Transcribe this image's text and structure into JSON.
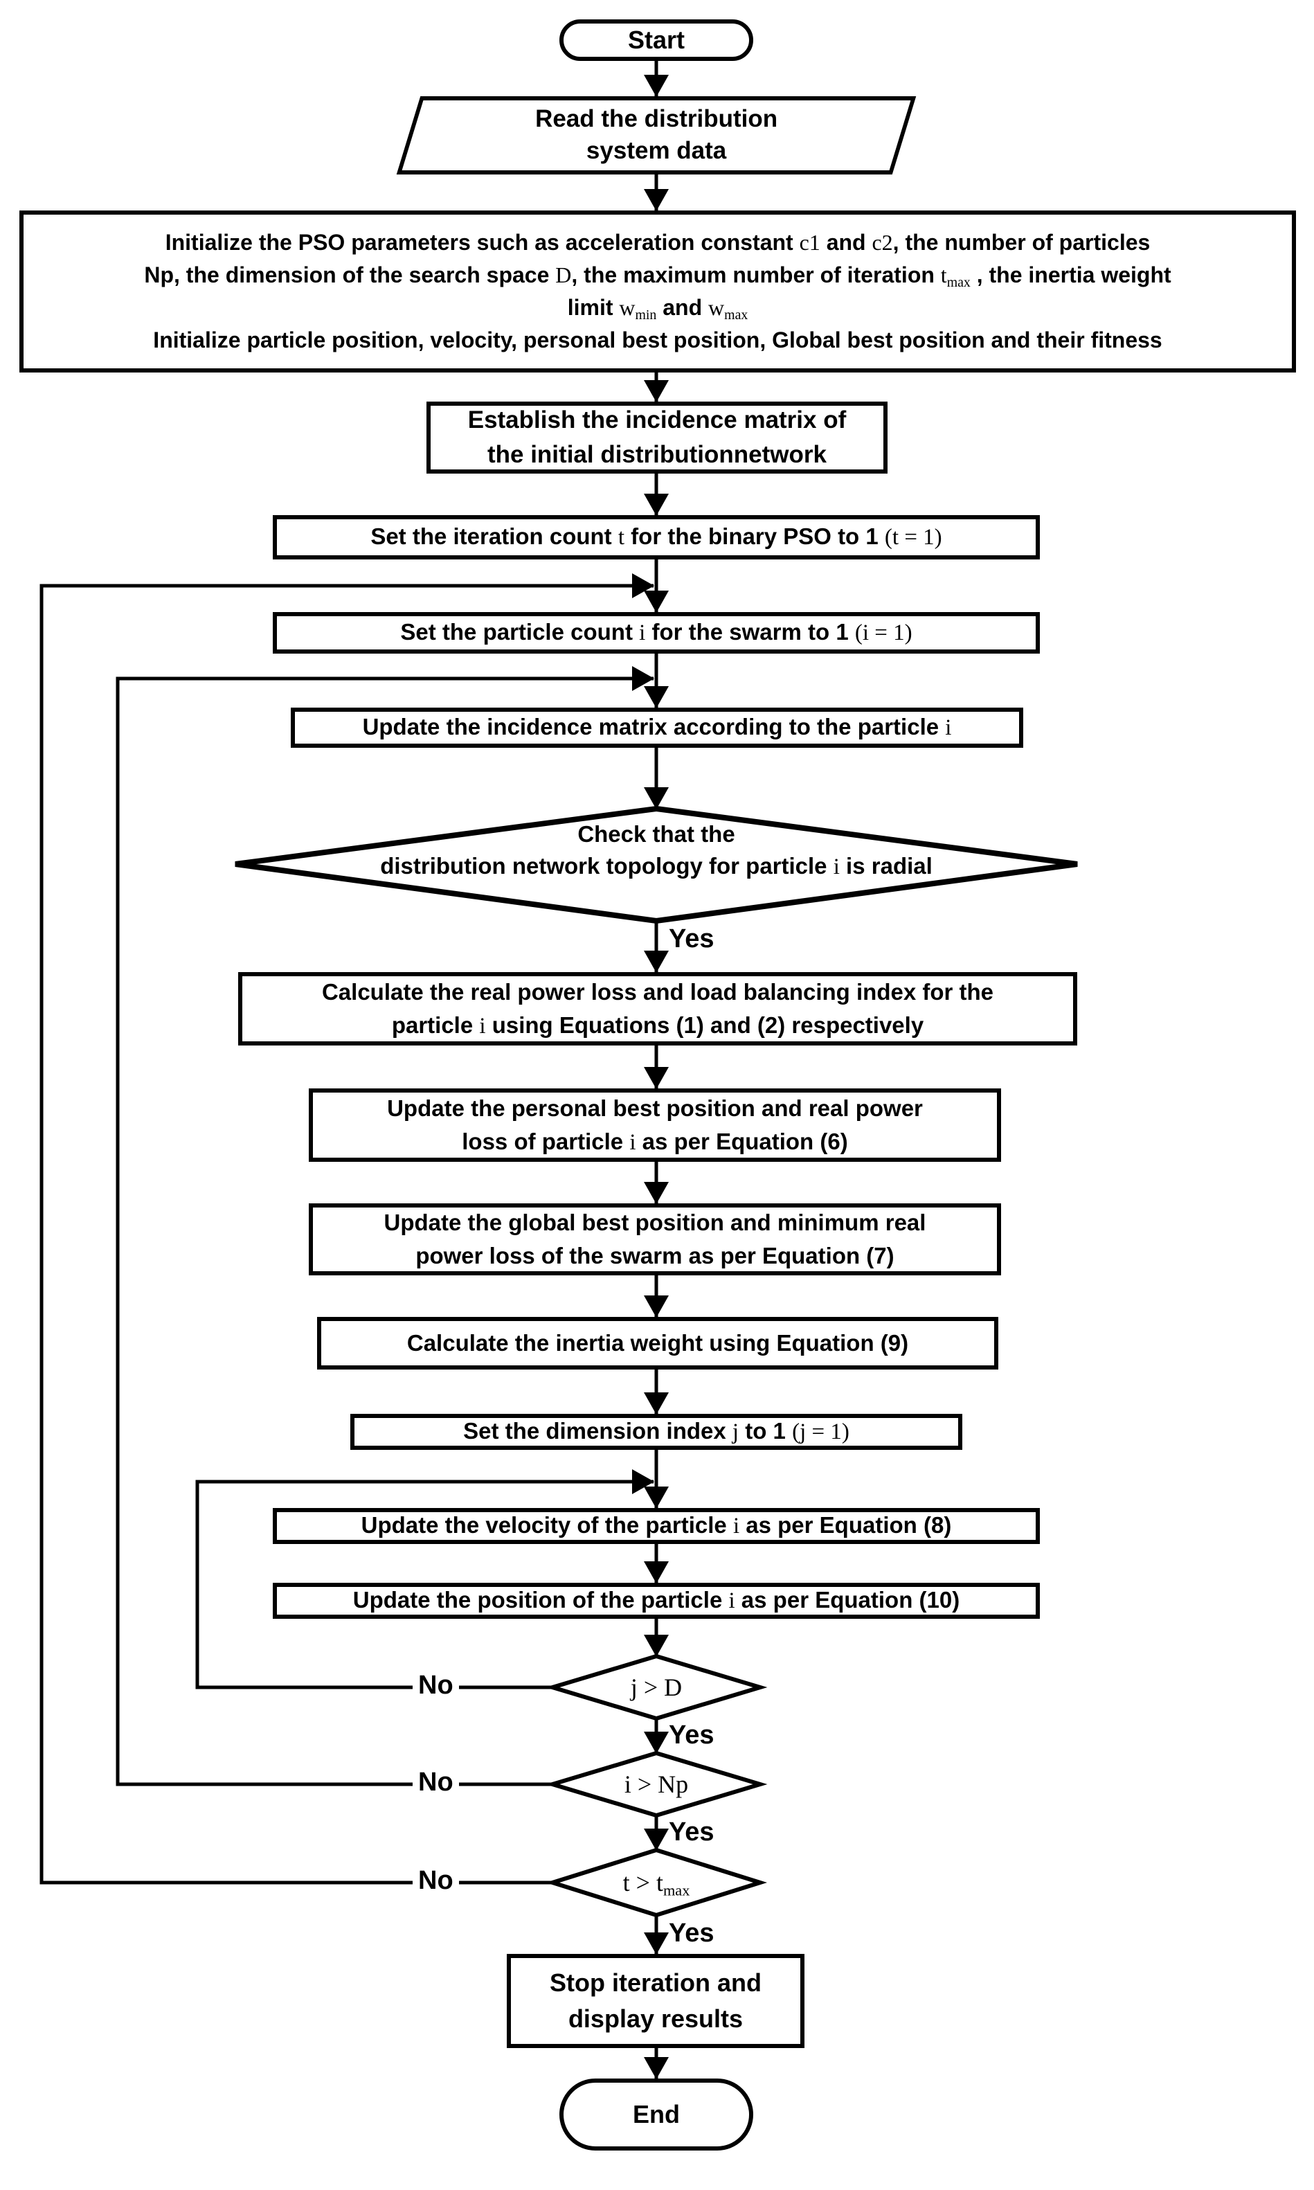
{
  "diagram": {
    "type": "flowchart",
    "topic": "Binary PSO procedure for distribution network reconfiguration",
    "colors": {
      "line": "#000000",
      "fill": "#ffffff",
      "text": "#000000"
    },
    "labels": {
      "yes": "Yes",
      "no": "No"
    },
    "nodes": {
      "start": {
        "type": "terminator",
        "label": "Start"
      },
      "read_data": {
        "type": "input",
        "segments": [
          {
            "t": "Read the distribution"
          },
          {
            "br": true
          },
          {
            "t": "system data"
          }
        ]
      },
      "initialize": {
        "type": "process",
        "segments": [
          {
            "t": "Initialize the PSO parameters such as acceleration constant "
          },
          {
            "t": "c1",
            "math": true
          },
          {
            "t": " and "
          },
          {
            "t": "c2",
            "math": true
          },
          {
            "t": ", the number of particles"
          },
          {
            "br": true
          },
          {
            "t": "Np, the dimension of the search space "
          },
          {
            "t": "D",
            "math": true
          },
          {
            "t": ", the maximum number of iteration "
          },
          {
            "t": "t",
            "math": true
          },
          {
            "t": "max",
            "math": true,
            "sub": true
          },
          {
            "t": " , the inertia weight"
          },
          {
            "br": true
          },
          {
            "t": "limit "
          },
          {
            "t": "w",
            "math": true
          },
          {
            "t": "min",
            "math": true,
            "sub": true
          },
          {
            "t": " and "
          },
          {
            "t": "w",
            "math": true
          },
          {
            "t": "max",
            "math": true,
            "sub": true
          },
          {
            "br": true
          },
          {
            "t": "Initialize particle position, velocity, personal best position, Global best position and their fitness"
          }
        ]
      },
      "establish": {
        "type": "process",
        "segments": [
          {
            "t": "Establish the incidence matrix  of"
          },
          {
            "br": true
          },
          {
            "t": "the initial distributionnetwork"
          }
        ]
      },
      "set_iteration": {
        "type": "process",
        "segments": [
          {
            "t": "Set the iteration count "
          },
          {
            "t": "t",
            "math": true
          },
          {
            "t": " for the binary PSO to 1 "
          },
          {
            "t": "(t = 1)",
            "math": true
          }
        ]
      },
      "set_particle": {
        "type": "process",
        "segments": [
          {
            "t": "Set the particle count "
          },
          {
            "t": "i",
            "math": true
          },
          {
            "t": " for the swarm to 1 "
          },
          {
            "t": "(i = 1)",
            "math": true
          }
        ]
      },
      "update_incidence": {
        "type": "process",
        "segments": [
          {
            "t": "Update the incidence matrix according to the particle "
          },
          {
            "t": "i",
            "math": true
          }
        ]
      },
      "radial_check": {
        "type": "decision",
        "segments": [
          {
            "t": "Check that the"
          },
          {
            "br": true
          },
          {
            "t": "distribution network topology for particle "
          },
          {
            "t": "i",
            "math": true
          },
          {
            "t": " is radial"
          }
        ]
      },
      "calc_loss": {
        "type": "process",
        "segments": [
          {
            "t": "Calculate the real power loss and load balancing index for the"
          },
          {
            "br": true
          },
          {
            "t": "particle "
          },
          {
            "t": "i",
            "math": true
          },
          {
            "t": "  using Equations (1) and (2) respectively"
          }
        ]
      },
      "personal_best": {
        "type": "process",
        "segments": [
          {
            "t": "Update the personal best position and real power"
          },
          {
            "br": true
          },
          {
            "t": "loss of particle "
          },
          {
            "t": "i",
            "math": true
          },
          {
            "t": " as per Equation (6)"
          }
        ]
      },
      "global_best": {
        "type": "process",
        "segments": [
          {
            "t": "Update the global best position and minimum real"
          },
          {
            "br": true
          },
          {
            "t": "power loss of the swarm as per Equation (7)"
          }
        ]
      },
      "inertia": {
        "type": "process",
        "label": "Calculate the inertia weight using Equation (9)"
      },
      "dimension_index": {
        "type": "process",
        "segments": [
          {
            "t": "Set the dimension index "
          },
          {
            "t": "j",
            "math": true
          },
          {
            "t": " to 1 "
          },
          {
            "t": "(j = 1)",
            "math": true
          }
        ]
      },
      "velocity": {
        "type": "process",
        "segments": [
          {
            "t": "Update the velocity of the particle "
          },
          {
            "t": "i",
            "math": true
          },
          {
            "t": "  as per Equation (8)"
          }
        ]
      },
      "position": {
        "type": "process",
        "segments": [
          {
            "t": "Update the position of the particle "
          },
          {
            "t": "i",
            "math": true
          },
          {
            "t": "  as per Equation (10)"
          }
        ]
      },
      "check_dimension": {
        "type": "decision",
        "segments": [
          {
            "t": "j",
            "math": true
          },
          {
            "t": " > ",
            "math": true
          },
          {
            "t": "D",
            "math": true
          }
        ]
      },
      "check_particle": {
        "type": "decision",
        "segments": [
          {
            "t": "i",
            "math": true
          },
          {
            "t": " > ",
            "math": true
          },
          {
            "t": "Np",
            "math": true
          }
        ]
      },
      "check_iteration": {
        "type": "decision",
        "segments": [
          {
            "t": "t",
            "math": true
          },
          {
            "t": " > ",
            "math": true
          },
          {
            "t": "t",
            "math": true
          },
          {
            "t": "max",
            "math": true,
            "sub": true
          }
        ]
      },
      "stop": {
        "type": "process",
        "segments": [
          {
            "t": "Stop iteration and"
          },
          {
            "br": true
          },
          {
            "t": "display results"
          }
        ]
      },
      "end": {
        "type": "terminator",
        "label": "End"
      }
    },
    "edges": [
      {
        "from": "start",
        "to": "read_data"
      },
      {
        "from": "read_data",
        "to": "initialize"
      },
      {
        "from": "initialize",
        "to": "establish"
      },
      {
        "from": "establish",
        "to": "set_iteration"
      },
      {
        "from": "set_iteration",
        "to": "set_particle"
      },
      {
        "from": "set_particle",
        "to": "update_incidence"
      },
      {
        "from": "update_incidence",
        "to": "radial_check"
      },
      {
        "from": "radial_check",
        "to": "calc_loss",
        "label": "Yes"
      },
      {
        "from": "calc_loss",
        "to": "personal_best"
      },
      {
        "from": "personal_best",
        "to": "global_best"
      },
      {
        "from": "global_best",
        "to": "inertia"
      },
      {
        "from": "inertia",
        "to": "dimension_index"
      },
      {
        "from": "dimension_index",
        "to": "velocity"
      },
      {
        "from": "velocity",
        "to": "position"
      },
      {
        "from": "position",
        "to": "check_dimension"
      },
      {
        "from": "check_dimension",
        "to": "velocity",
        "label": "No"
      },
      {
        "from": "check_dimension",
        "to": "check_particle",
        "label": "Yes"
      },
      {
        "from": "check_particle",
        "to": "update_incidence",
        "label": "No"
      },
      {
        "from": "check_particle",
        "to": "check_iteration",
        "label": "Yes"
      },
      {
        "from": "check_iteration",
        "to": "set_particle",
        "label": "No"
      },
      {
        "from": "check_iteration",
        "to": "stop",
        "label": "Yes"
      },
      {
        "from": "stop",
        "to": "end"
      }
    ]
  }
}
